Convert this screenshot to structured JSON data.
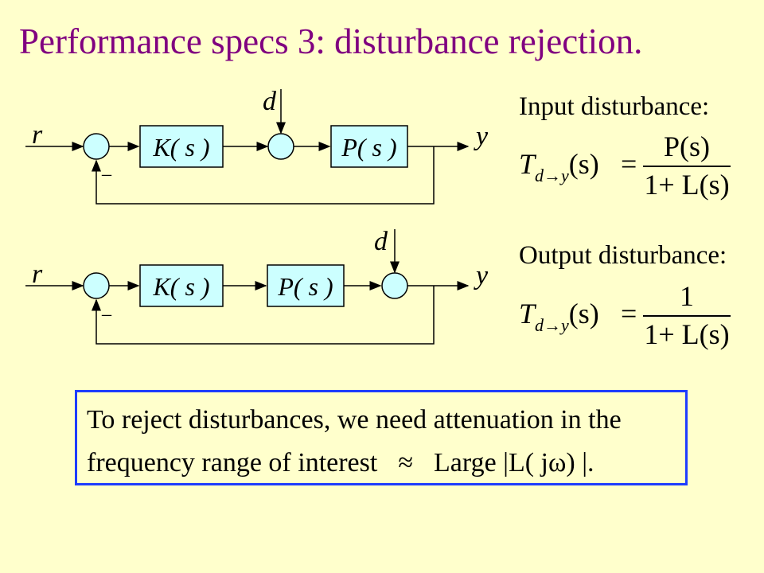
{
  "title": "Performance specs 3: disturbance rejection.",
  "diagram1": {
    "reference": "r",
    "output": "y",
    "disturbance": "d",
    "minus": "_",
    "controller_label": "K( s )",
    "plant_label": "P( s )"
  },
  "diagram2": {
    "reference": "r",
    "output": "y",
    "disturbance": "d",
    "minus": "_",
    "controller_label": "K( s )",
    "plant_label": "P( s )"
  },
  "input_disturbance": {
    "heading": "Input disturbance:",
    "lhs_T": "T",
    "lhs_sub": "d→y",
    "lhs_arg": "(s)",
    "equals": "=",
    "numerator": "P(s)",
    "denominator": "1+ L(s)"
  },
  "output_disturbance": {
    "heading": "Output disturbance:",
    "lhs_T": "T",
    "lhs_sub": "d→y",
    "lhs_arg": "(s)",
    "equals": "=",
    "numerator": "1",
    "denominator": "1+ L(s)"
  },
  "note": {
    "line1": "To reject disturbances, we need attenuation in the",
    "line2_part1": "frequency range of interest",
    "approx": "≈",
    "line2_part2": "Large |L( jω) |."
  },
  "colors": {
    "background": "#ffffcc",
    "title": "#800080",
    "block_fill": "#ccffff",
    "note_border": "#1e3cff"
  }
}
